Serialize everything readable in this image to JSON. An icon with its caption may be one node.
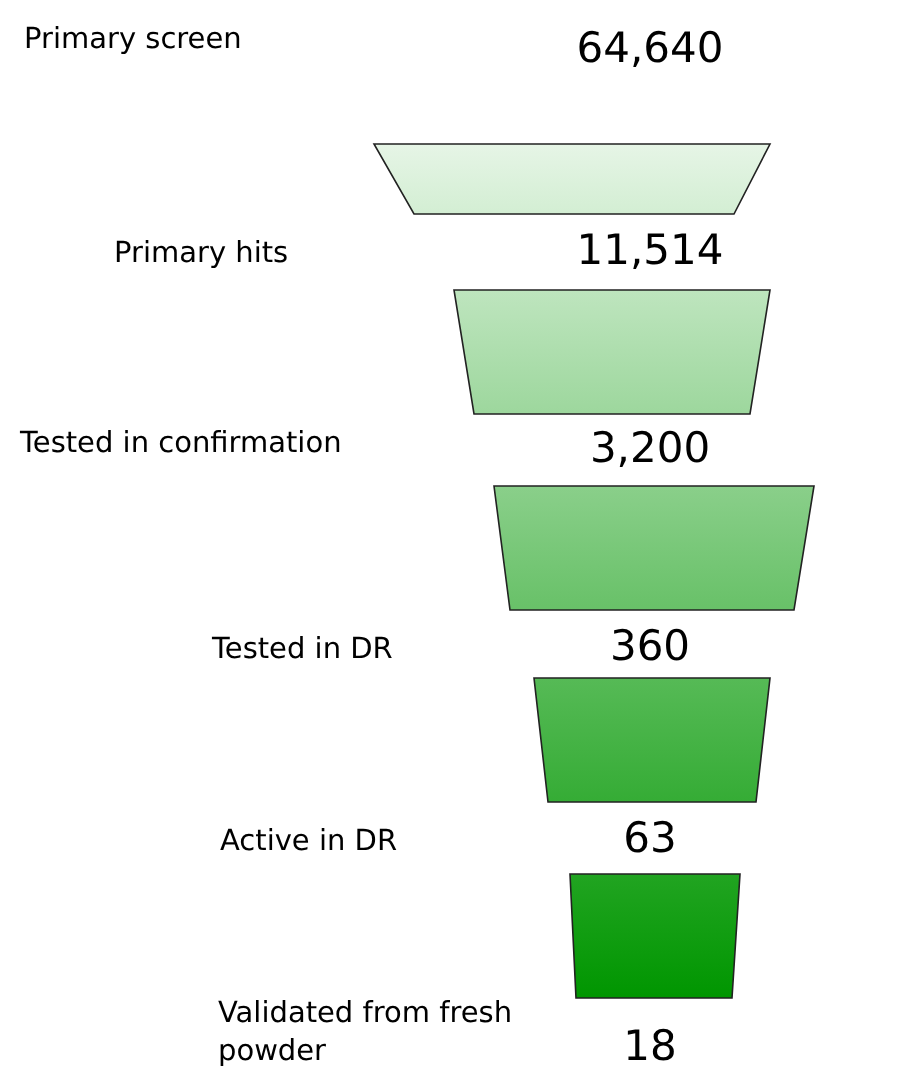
{
  "diagram": {
    "nodes": [
      {
        "text": [
          "64,640"
        ]
      },
      {
        "text": [
          "11,514"
        ]
      },
      {
        "text": [
          "3,200"
        ]
      },
      {
        "text": [
          "360"
        ]
      },
      {
        "text": [
          "63"
        ]
      }
    ],
    "edges": [],
    "labels": [
      "Primary screen",
      "Primary hits",
      "Tested in confirmation",
      "Tested in DR",
      "Active in DR",
      "Validated from fresh powder",
      "18"
    ]
  }
}
